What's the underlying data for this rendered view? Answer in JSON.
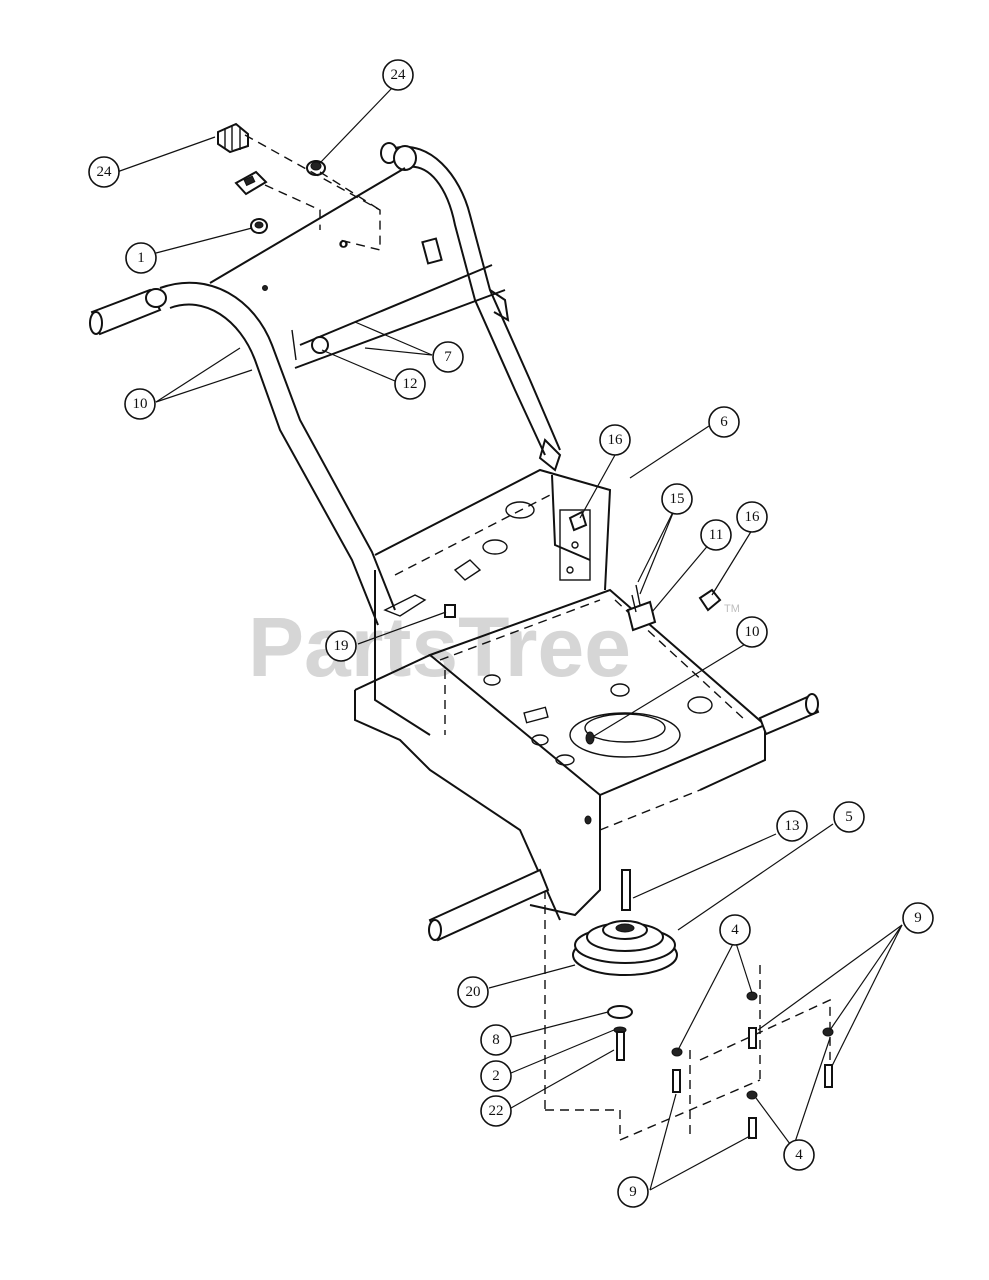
{
  "watermark": {
    "text": "PartsTree",
    "trademark": "TM"
  },
  "callouts": [
    {
      "id": "c24a",
      "label": "24"
    },
    {
      "id": "c24b",
      "label": "24"
    },
    {
      "id": "c1",
      "label": "1"
    },
    {
      "id": "c7",
      "label": "7"
    },
    {
      "id": "c12",
      "label": "12"
    },
    {
      "id": "c10a",
      "label": "10"
    },
    {
      "id": "c16a",
      "label": "16"
    },
    {
      "id": "c6",
      "label": "6"
    },
    {
      "id": "c15",
      "label": "15"
    },
    {
      "id": "c11",
      "label": "11"
    },
    {
      "id": "c16b",
      "label": "16"
    },
    {
      "id": "c19",
      "label": "19"
    },
    {
      "id": "c10b",
      "label": "10"
    },
    {
      "id": "c13",
      "label": "13"
    },
    {
      "id": "c5",
      "label": "5"
    },
    {
      "id": "c4a",
      "label": "4"
    },
    {
      "id": "c9a",
      "label": "9"
    },
    {
      "id": "c20",
      "label": "20"
    },
    {
      "id": "c8",
      "label": "8"
    },
    {
      "id": "c2",
      "label": "2"
    },
    {
      "id": "c22",
      "label": "22"
    },
    {
      "id": "c4b",
      "label": "4"
    },
    {
      "id": "c9b",
      "label": "9"
    }
  ]
}
